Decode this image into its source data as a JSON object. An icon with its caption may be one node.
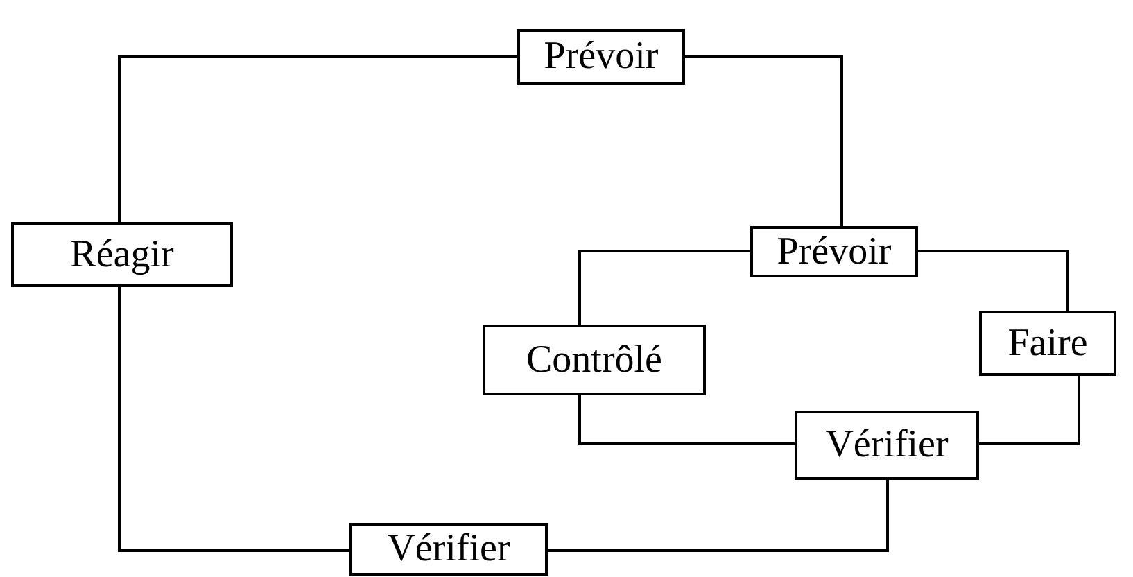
{
  "diagram": {
    "nodes": [
      {
        "text": [
          "Prévoir"
        ]
      },
      {
        "text": [
          "Réagir"
        ]
      },
      {
        "text": [
          "Prévoir"
        ]
      },
      {
        "text": [
          "Contrôlé"
        ]
      },
      {
        "text": [
          "Faire"
        ]
      },
      {
        "text": [
          "Vérifier"
        ]
      },
      {
        "text": [
          "Vérifier"
        ]
      }
    ],
    "edges": [
      {
        "from": 1,
        "to": 0,
        "arrow": "none"
      },
      {
        "from": 0,
        "to": 2,
        "arrow": "none"
      },
      {
        "from": 2,
        "to": 4,
        "arrow": "none"
      },
      {
        "from": 4,
        "to": 5,
        "arrow": "none"
      },
      {
        "from": 5,
        "to": 3,
        "arrow": "none"
      },
      {
        "from": 3,
        "to": 2,
        "arrow": "none"
      },
      {
        "from": 5,
        "to": 6,
        "arrow": "none"
      },
      {
        "from": 6,
        "to": 1,
        "arrow": "none"
      }
    ]
  }
}
